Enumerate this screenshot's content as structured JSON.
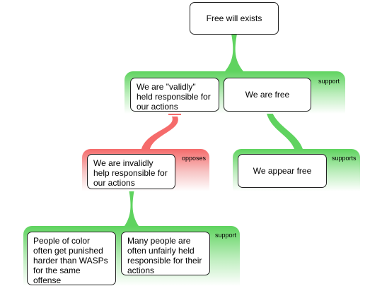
{
  "colors": {
    "support": "#5fd35f",
    "oppose": "#f56b6b"
  },
  "nodes": {
    "root": "Free will exists",
    "validly_held": "We are \"validly\" held responsible for our actions",
    "we_are_free": "We are free",
    "invalidly_held": "We are invalidly help responsible for our actions",
    "appear_free": "We appear free",
    "people_of_color": "People of color often get punished harder than WASPs for the same offense",
    "many_people": "Many people are often unfairly held responsible for their actions"
  },
  "groups": {
    "root_support": "support",
    "validly_opposes": "opposes",
    "free_supports": "supports",
    "invalidly_support": "support"
  }
}
